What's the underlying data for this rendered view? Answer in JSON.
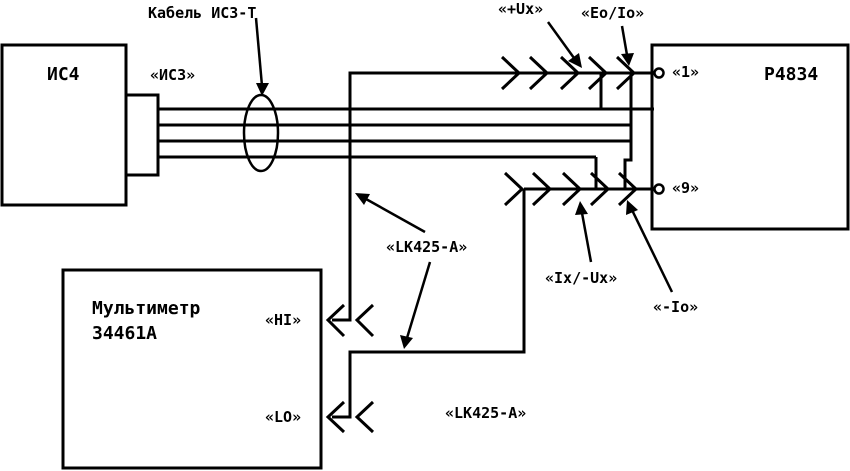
{
  "colors": {
    "ink": "#000000",
    "paper": "#ffffff"
  },
  "cable_label": "Кабель ИС3-Т",
  "devices": {
    "is4": {
      "name": "ИС4"
    },
    "p4834": {
      "name": "Р4834",
      "terminal_top": "«1»",
      "terminal_bottom": "«9»"
    },
    "multimeter": {
      "name_line1": "Мультиметр",
      "name_line2": "34461A",
      "hi": "«HI»",
      "lo": "«LO»"
    }
  },
  "connector_is3": "«ИС3»",
  "connector_labels": {
    "plus_ux": "«+Ux»",
    "eo_io": "«Eo/Io»",
    "ix_ux": "«Ix/-Ux»",
    "minus_io": "«-Io»",
    "lk425_upper": "«LK425-A»",
    "lk425_lower": "«LK425-A»"
  }
}
